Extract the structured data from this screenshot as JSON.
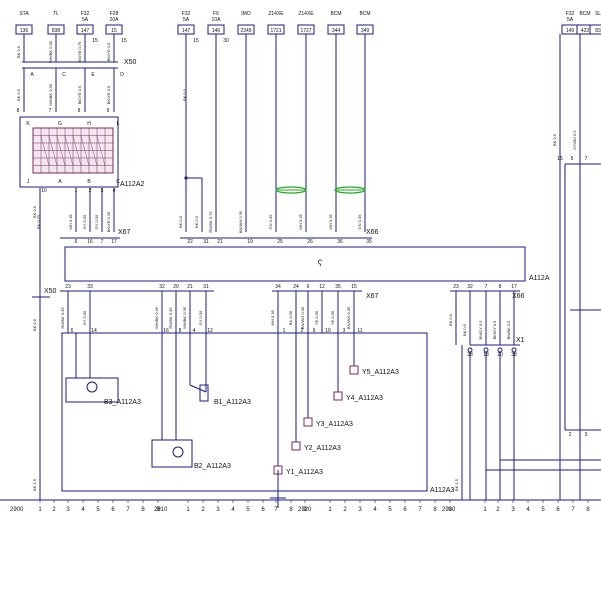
{
  "fuse_boxes": [
    {
      "id": "sta",
      "name": "STA",
      "value": "136"
    },
    {
      "id": "tl",
      "name": "TL",
      "value": "838"
    },
    {
      "id": "f32",
      "name": "F32 5A",
      "value": "147",
      "right": "15"
    },
    {
      "id": "f28",
      "name": "F28 20A",
      "value": "15",
      "right": "15"
    },
    {
      "id": "f32b",
      "name": "F32 5A",
      "value": "147",
      "right": "15"
    },
    {
      "id": "f6",
      "name": "F6 10A",
      "value": "146",
      "right": "30"
    },
    {
      "id": "imo",
      "name": "IMO",
      "value": "2349"
    },
    {
      "id": "z14xe1",
      "name": "Z14XE",
      "value": "1721"
    },
    {
      "id": "z14xe2",
      "name": "Z14XE",
      "value": "1727"
    },
    {
      "id": "bcm1",
      "name": "BCM",
      "value": "344"
    },
    {
      "id": "bcm2",
      "name": "BCM",
      "value": "349"
    },
    {
      "id": "f32r",
      "name": "F32 5A",
      "value": "149"
    },
    {
      "id": "bcmr",
      "name": "BCM",
      "value": "422"
    },
    {
      "id": "slr",
      "name": "SL",
      "value": "83"
    }
  ],
  "connectors": {
    "x50_top": "X50",
    "a112a2": "A112A2",
    "x67_top": "X67",
    "x66_top": "X66",
    "a112a": "A112A",
    "x50_left": "X50",
    "x67_bottom": "X67",
    "x66_bottom": "X66",
    "x1": "X1",
    "a112a3": "A112A3"
  },
  "components": [
    {
      "id": "b3",
      "label": "B3_A112A3"
    },
    {
      "id": "b2",
      "label": "B2_A112A3"
    },
    {
      "id": "b1",
      "label": "B1_A112A3"
    },
    {
      "id": "y5",
      "label": "Y5_A112A3"
    },
    {
      "id": "y4",
      "label": "Y4_A112A3"
    },
    {
      "id": "y3",
      "label": "Y3_A112A3"
    },
    {
      "id": "y2",
      "label": "Y2_A112A3"
    },
    {
      "id": "y1",
      "label": "Y1_A112A3"
    }
  ],
  "wire_labels": {
    "top_left": [
      "BK 0.5",
      "WH/BK 0.35",
      "BK/YE 0.75",
      "BK/YE 0.5"
    ],
    "top_left_lower": [
      "BK 0.5",
      "WH/BK 0.35",
      "BK/YE 0.5",
      "BK/YE 0.5"
    ],
    "below_a112a2": [
      "BK 0.75",
      "WH 0.35",
      "GY 0.35",
      "GY 0.35",
      "BK/YE 0.35"
    ],
    "upper_mid": [
      "BK 0.5",
      "BK 0.5",
      "RD/BK 0.75",
      "BN/WH 0.35",
      "GN 0.35",
      "WH 0.35",
      "WH 0.35",
      "GN 0.35"
    ],
    "lower_mid": [
      "RD/BK 0.35",
      "GY 0.35",
      "WH/BK 0.35",
      "RD/BK 0.35",
      "WH/BK 0.35",
      "GY 0.35",
      "WH 0.35",
      "BK 0.35",
      "BN/WH 0.35",
      "YE 0.35",
      "YE 0.35",
      "BN/WH 0.35"
    ],
    "right_mid": [
      "BK 0.5",
      "BN/GY 0.5",
      "BK/GY 0.5",
      "BN/BK 0.5"
    ],
    "left_vertical": "BK 0.5",
    "bottom_left": "BK 1.5",
    "bottom_right": "BK 1.5",
    "far_right": [
      "BK 0.5",
      "GY/BU 0.5"
    ]
  },
  "pins": {
    "x50_top": [
      "A",
      "C",
      "E",
      "D"
    ],
    "x50_top_nums": [
      "8",
      "7",
      "8",
      "9"
    ],
    "a112a2_top": [
      "K",
      "G",
      "H",
      "L"
    ],
    "a112a2_bottom": [
      "J",
      "A",
      "B",
      "C"
    ],
    "a112a2_wire_nums": [
      "10",
      "1",
      "2",
      "3",
      "4"
    ],
    "x67_top": [
      "6",
      "16",
      "7",
      "17"
    ],
    "x66_top": [
      "22",
      "31",
      "21",
      "19",
      "25",
      "26",
      "36",
      "35"
    ],
    "x67_bottom": [
      "34",
      "24",
      "6",
      "12",
      "35",
      "15"
    ],
    "x67_bottom_left": [
      "23",
      "33",
      "32",
      "20",
      "21",
      "31"
    ],
    "x66_bottom": [
      "23",
      "32",
      "7",
      "8",
      "17"
    ],
    "comp_pins_a": [
      "6",
      "14",
      "16",
      "8",
      "4",
      "12"
    ],
    "comp_pins_b": [
      "1",
      "2",
      "9",
      "10",
      "3",
      "11"
    ],
    "x1_pins": [
      "28",
      "18",
      "20",
      "38"
    ],
    "right_top": [
      "15",
      "5",
      "7"
    ],
    "right_bottom": [
      "2",
      "3"
    ]
  },
  "ruler": {
    "sections": [
      {
        "start": "2900",
        "ticks": [
          "1",
          "2",
          "3",
          "4",
          "5",
          "6",
          "7",
          "8",
          "9"
        ]
      },
      {
        "start": "2910",
        "ticks": [
          "1",
          "2",
          "3",
          "4",
          "5",
          "6",
          "7",
          "8",
          "9"
        ]
      },
      {
        "start": "2920",
        "ticks": [
          "1",
          "2",
          "3",
          "4",
          "5",
          "6",
          "7",
          "8",
          "9"
        ]
      },
      {
        "start": "2930",
        "ticks": [
          "1",
          "2",
          "3",
          "4",
          "5",
          "6",
          "7",
          "8"
        ]
      }
    ]
  },
  "colors": {
    "wire": "#1a1a8c",
    "box": "#1a1a8c",
    "chip": "#7a2a5a",
    "ferrite": "#22aa22"
  }
}
